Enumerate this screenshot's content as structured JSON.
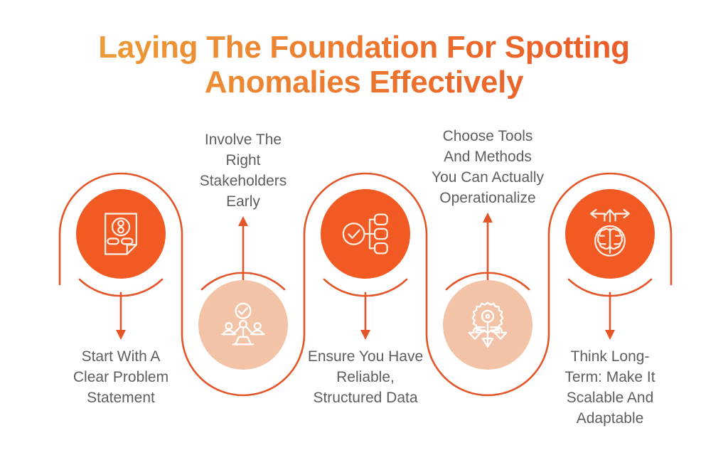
{
  "title": "Laying The Foundation For Spotting\nAnomalies Effectively",
  "colors": {
    "title_gradient_start": "#E9A93B",
    "title_gradient_end": "#E8552A",
    "bubble_solid": "#F15A22",
    "bubble_light": "#F3C3A8",
    "path_stroke": "#E2562A",
    "caption_text": "#5B5E63",
    "icon_stroke": "#FFEDE4",
    "background": "#FFFFFF"
  },
  "steps": [
    {
      "index": "1",
      "caption": "Start With A\nClear Problem\nStatement",
      "icon": "problem-document-icon",
      "bubble_style": "solid",
      "position": "up"
    },
    {
      "index": "2",
      "caption": "Involve The\nRight\nStakeholders\nEarly",
      "icon": "stakeholders-network-icon",
      "bubble_style": "light",
      "position": "down"
    },
    {
      "index": "3",
      "caption": "Ensure You Have\nReliable,\nStructured Data",
      "icon": "structured-data-check-icon",
      "bubble_style": "solid",
      "position": "up"
    },
    {
      "index": "4",
      "caption": "Choose Tools\nAnd Methods\nYou Can Actually\nOperationalize",
      "icon": "gear-arrows-icon",
      "bubble_style": "light",
      "position": "down"
    },
    {
      "index": "5",
      "caption": "Think Long-\nTerm: Make It\nScalable And\nAdaptable",
      "icon": "brain-arrows-icon",
      "bubble_style": "solid",
      "position": "up"
    }
  ]
}
